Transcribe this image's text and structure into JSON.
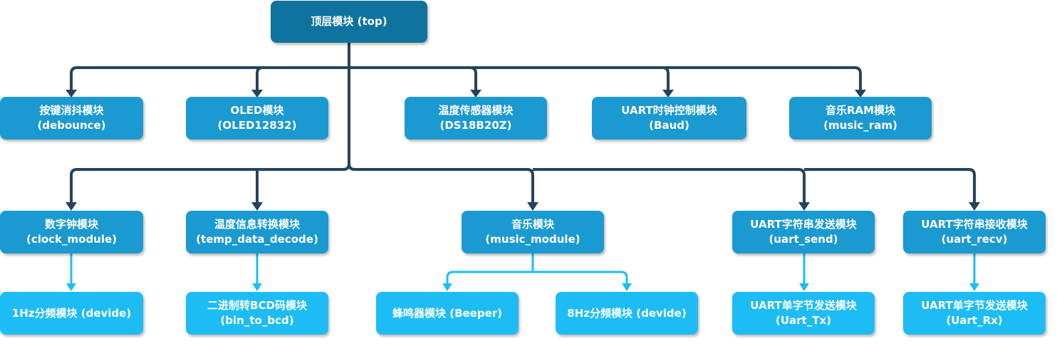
{
  "colors": {
    "top": "#10739e",
    "module": "#1b99d1",
    "submodule": "#1ebcf5",
    "connector_dark": "#23445d",
    "connector_light": "#1ebcf5"
  },
  "nodes": {
    "top": {
      "l1": "顶层模块 (top)"
    },
    "debounce": {
      "l1": "按键消抖模块",
      "l2": "(debounce)"
    },
    "oled": {
      "l1": "OLED模块",
      "l2": "(OLED12832)"
    },
    "ds18b20": {
      "l1": "温度传感器模块",
      "l2": "(DS18B20Z)"
    },
    "baud": {
      "l1": "UART时钟控制模块",
      "l2": "(Baud)"
    },
    "music_ram": {
      "l1": "音乐RAM模块",
      "l2": "(music_ram)"
    },
    "clock_module": {
      "l1": "数字钟模块",
      "l2": "(clock_module)"
    },
    "temp_decode": {
      "l1": "温度信息转换模块",
      "l2": "(temp_data_decode)"
    },
    "music_module": {
      "l1": "音乐模块",
      "l2": "(music_module)"
    },
    "uart_send": {
      "l1": "UART字符串发送模块",
      "l2": "(uart_send)"
    },
    "uart_recv": {
      "l1": "UART字符串接收模块",
      "l2": "(uart_recv)"
    },
    "devide_1hz": {
      "l1": "1Hz分频模块 (devide)"
    },
    "bin_to_bcd": {
      "l1": "二进制转BCD码模块",
      "l2": "(bin_to_bcd)"
    },
    "beeper": {
      "l1": "蜂鸣器模块 (Beeper)"
    },
    "devide_8hz": {
      "l1": "8Hz分频模块 (devide)"
    },
    "uart_tx": {
      "l1": "UART单字节发送模块",
      "l2": "(Uart_Tx)"
    },
    "uart_rx": {
      "l1": "UART单字节发送模块",
      "l2": "(Uart_Rx)"
    }
  },
  "edges": [
    {
      "from": "top",
      "to": "debounce"
    },
    {
      "from": "top",
      "to": "oled"
    },
    {
      "from": "top",
      "to": "ds18b20"
    },
    {
      "from": "top",
      "to": "baud"
    },
    {
      "from": "top",
      "to": "music_ram"
    },
    {
      "from": "top",
      "to": "clock_module"
    },
    {
      "from": "top",
      "to": "temp_decode"
    },
    {
      "from": "top",
      "to": "music_module"
    },
    {
      "from": "top",
      "to": "uart_send"
    },
    {
      "from": "top",
      "to": "uart_recv"
    },
    {
      "from": "clock_module",
      "to": "devide_1hz"
    },
    {
      "from": "temp_decode",
      "to": "bin_to_bcd"
    },
    {
      "from": "music_module",
      "to": "beeper"
    },
    {
      "from": "music_module",
      "to": "devide_8hz"
    },
    {
      "from": "uart_send",
      "to": "uart_tx"
    },
    {
      "from": "uart_recv",
      "to": "uart_rx"
    }
  ]
}
